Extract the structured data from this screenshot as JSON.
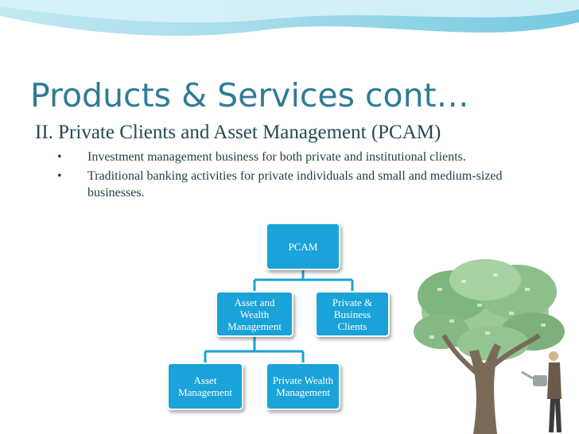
{
  "slide": {
    "title": "Products & Services  cont…",
    "subtitle": "II. Private Clients and Asset Management (PCAM)",
    "bullets": [
      {
        "marker": "•",
        "text": "Investment management business for both private and institutional clients."
      },
      {
        "marker": "•",
        "text": " Traditional banking activities for private individuals and small and medium-sized businesses."
      }
    ]
  },
  "org_chart": {
    "root": "PCAM",
    "level1": [
      "Asset and Wealth Management",
      "Private & Business Clients"
    ],
    "level2": [
      "Asset Management",
      "Private Wealth Management"
    ]
  },
  "image": {
    "icon": "money-tree-illustration"
  },
  "colors": {
    "title": "#2f7c95",
    "node_fill": "#1aa3d8",
    "connector": "#1aa3d8",
    "text": "#234b55",
    "wave": "#8fd3e6"
  }
}
